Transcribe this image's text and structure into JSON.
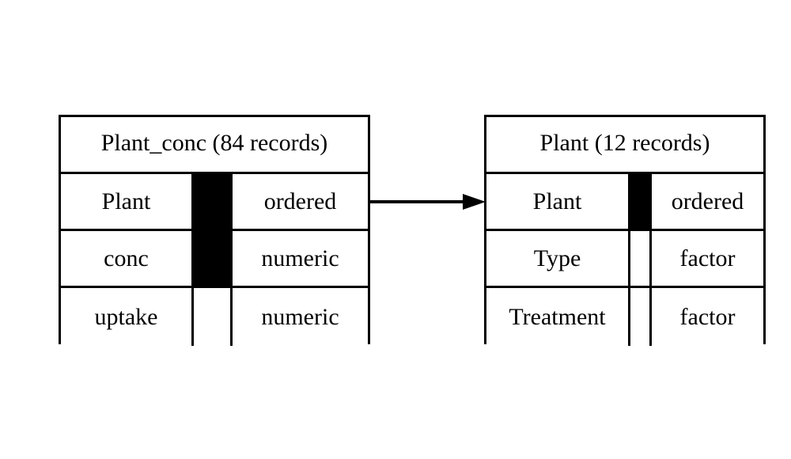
{
  "diagram": {
    "type": "entity-relationship-diagram",
    "background_color": "#ffffff",
    "line_color": "#000000",
    "key_marker_color": "#000000"
  },
  "entities": [
    {
      "id": "plant_conc",
      "title": "Plant_conc (84 records)",
      "name": "Plant_conc",
      "record_count": "84 records",
      "fields": [
        {
          "name": "Plant",
          "type": "ordered",
          "key_marker": true
        },
        {
          "name": "conc",
          "type": "numeric",
          "key_marker": true
        },
        {
          "name": "uptake",
          "type": "numeric",
          "key_marker": false
        }
      ]
    },
    {
      "id": "plant",
      "title": "Plant (12 records)",
      "name": "Plant",
      "record_count": "12 records",
      "fields": [
        {
          "name": "Plant",
          "type": "ordered",
          "key_marker": true
        },
        {
          "name": "Type",
          "type": "factor",
          "key_marker": false
        },
        {
          "name": "Treatment",
          "type": "factor",
          "key_marker": false
        }
      ]
    }
  ],
  "relationships": [
    {
      "id": "plant_conc-to-plant",
      "from_entity": "Plant_conc",
      "from_field": "Plant",
      "to_entity": "Plant",
      "to_field": "Plant",
      "direction": "right",
      "style": "solid-arrow"
    }
  ]
}
